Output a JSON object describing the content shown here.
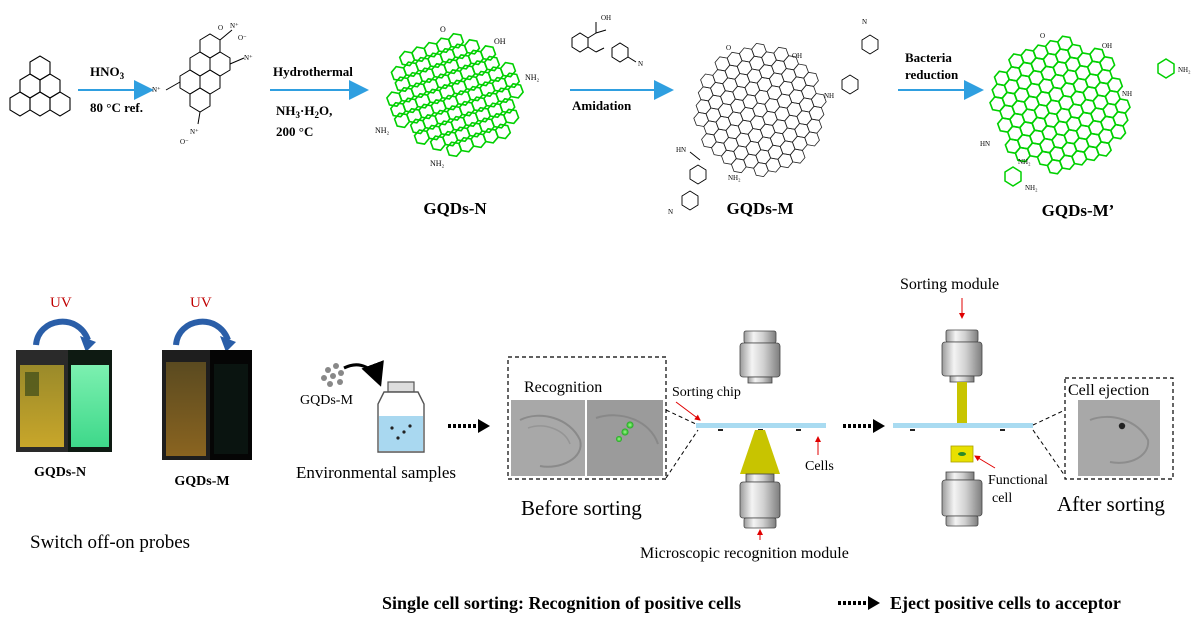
{
  "synthesis": {
    "step1": {
      "reagent": "HNO",
      "reagent_sub": "3",
      "condition": "80 °C ref."
    },
    "step2": {
      "line1": "Hydrothermal",
      "line2_a": "NH",
      "line2_sub": "3",
      "line2_b": "·H",
      "line2_sub2": "2",
      "line2_c": "O,",
      "line3": "200 °C"
    },
    "step3": {
      "label": "Amidation"
    },
    "step4": {
      "line1": "Bacteria",
      "line2": "reduction"
    },
    "products": {
      "gqds_n": "GQDs-N",
      "gqds_m": "GQDs-M",
      "gqds_m_prime": "GQDs-M’"
    },
    "chem_labels": {
      "nh2": "NH₂",
      "oh": "OH",
      "o": "O",
      "hn": "HN",
      "nh": "NH",
      "n": "N",
      "no2_o": "O",
      "no2_n": "N⁺",
      "no2_om": "O⁻"
    }
  },
  "probes": {
    "uv_label": "UV",
    "vial1_label": "GQDs-N",
    "vial2_label": "GQDs-M",
    "caption": "Switch off-on probes"
  },
  "sorting": {
    "reagent": "GQDs-M",
    "samples_label": "Environmental samples",
    "recognition_label": "Recognition",
    "before_label": "Before sorting",
    "chip_label": "Sorting chip",
    "cells_label": "Cells",
    "microscopic_label": "Microscopic recognition module",
    "module_label": "Sorting module",
    "functional_label_1": "Functional",
    "functional_label_2": "cell",
    "ejection_label": "Cell ejection",
    "after_label": "After sorting"
  },
  "footer": {
    "left": "Single cell sorting: Recognition of positive cells",
    "right": "Eject positive cells to acceptor"
  },
  "colors": {
    "arrow_blue": "#2f9fe0",
    "graphene_green": "#00d000",
    "uv_red": "#c00000",
    "objective_yellow": "#c8c400",
    "chip_blue": "#a9dbf1"
  }
}
